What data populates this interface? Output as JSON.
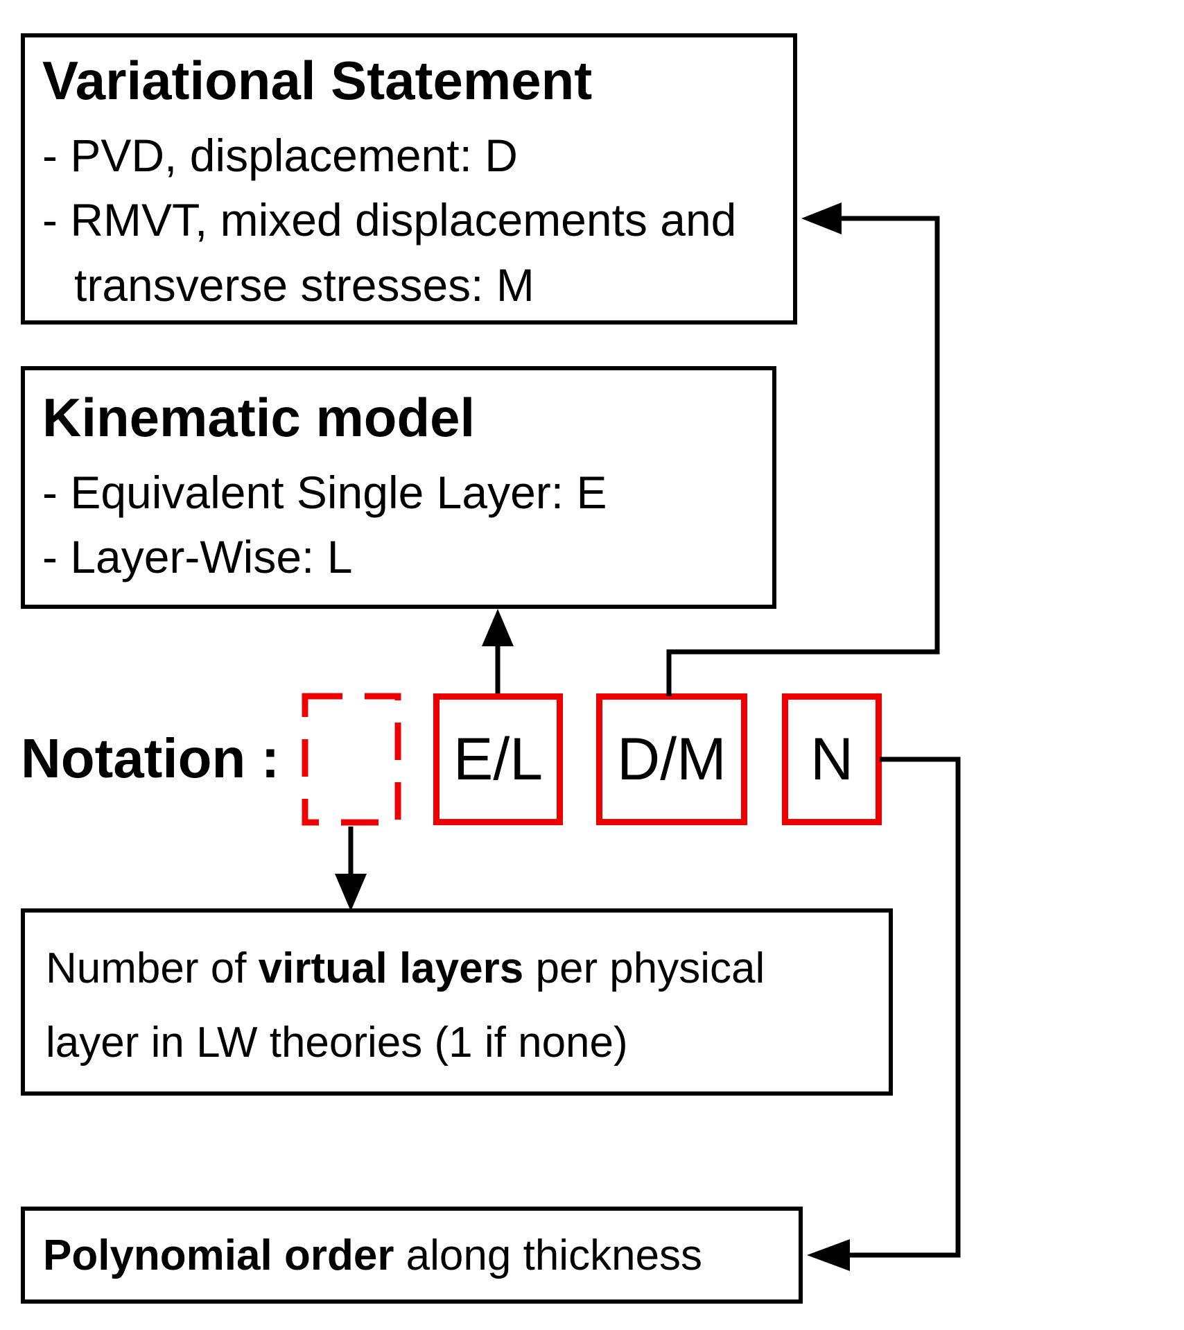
{
  "colors": {
    "accent_red": "#ee0000",
    "line_black": "#000000"
  },
  "variational_box": {
    "title": "Variational Statement",
    "items": [
      "- PVD, displacement: D",
      "- RMVT, mixed displacements and transverse stresses: M"
    ]
  },
  "kinematic_box": {
    "title": "Kinematic model",
    "items": [
      "- Equivalent Single Layer: E",
      "- Layer-Wise: L"
    ]
  },
  "notation": {
    "label": "Notation :",
    "slots": {
      "kinematic": "E/L",
      "variational": "D/M",
      "order": "N"
    }
  },
  "virtual_layers_box": {
    "prefix": "Number of ",
    "bold": "virtual layers",
    "suffix": " per physical layer in LW theories (1 if none)"
  },
  "polynomial_box": {
    "bold": "Polynomial order",
    "suffix": " along thickness"
  }
}
